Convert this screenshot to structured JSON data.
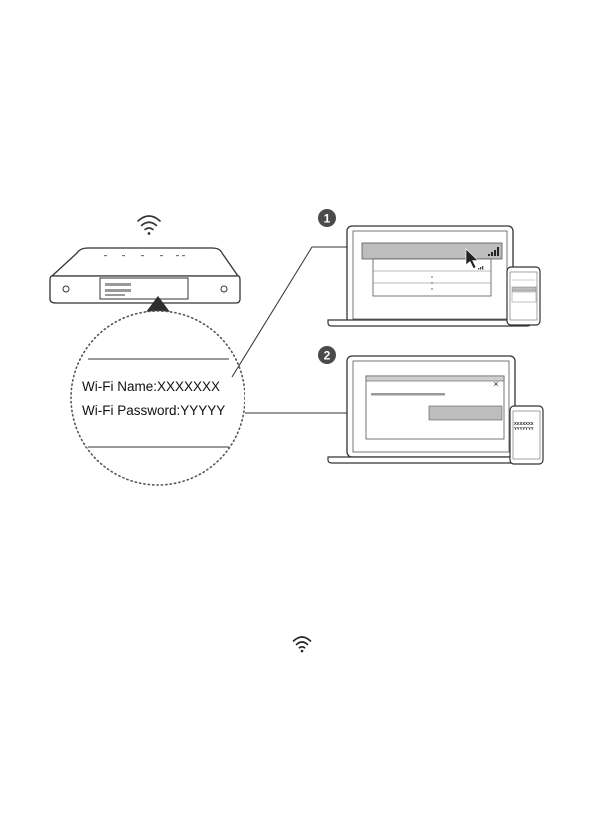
{
  "steps": [
    "1",
    "2"
  ],
  "label": {
    "wifi_name": "Wi-Fi Name:XXXXXXX",
    "wifi_password": "Wi-Fi Password:YYYYY"
  },
  "dialog": {
    "close": "×"
  },
  "phone2": {
    "line1": "XXXXXXX",
    "line2": "YYYYYYY"
  },
  "icons": {
    "router_wifi": "wifi-icon",
    "footer_wifi": "wifi-icon"
  },
  "colors": {
    "line": "#3a3a3a",
    "gray": "#9a9a9a",
    "light_gray": "#cfcfcf",
    "badge": "#4a4a4a"
  }
}
